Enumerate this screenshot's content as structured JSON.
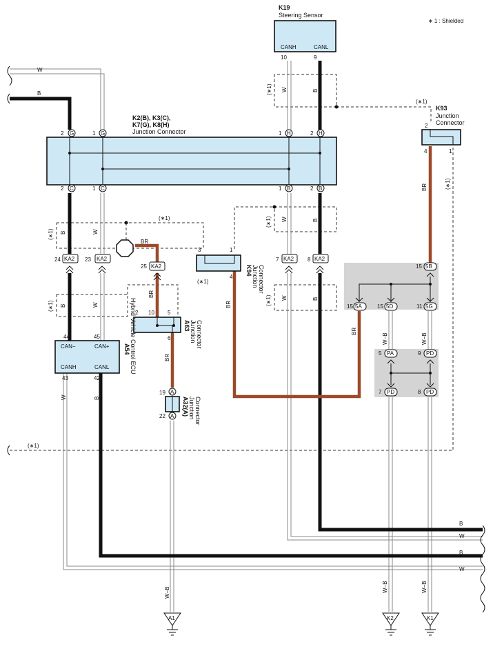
{
  "legend": {
    "shielded": "∗ 1 : Shielded"
  },
  "k19": {
    "code": "K19",
    "name": "Steering Sensor",
    "pin1": "CANH",
    "pin2": "CANL",
    "pin1_no": "10",
    "pin2_no": "9"
  },
  "jc": {
    "codes": "K2(B), K3(C),",
    "codes2": "K7(G), K8(H)",
    "name": "Junction Connector",
    "top": [
      "2",
      "G",
      "1",
      "G",
      "1",
      "H",
      "2",
      "H"
    ],
    "bottom": [
      "2",
      "C",
      "1",
      "C",
      "1",
      "B",
      "2",
      "B"
    ]
  },
  "k93": {
    "code": "K93",
    "name1": "Junction",
    "name2": "Connector",
    "pin_top": "2",
    "pin_l": "4",
    "pin_r": "1"
  },
  "k94": {
    "code": "K94",
    "name1": "Junction",
    "name2": "Connector",
    "p3": "3",
    "p1": "1",
    "p4": "4"
  },
  "a63": {
    "code": "A63",
    "name1": "Junction",
    "name2": "Connector",
    "p2": "2",
    "p10": "10",
    "p5": "5",
    "p6": "6"
  },
  "a32": {
    "code": "A32(A)",
    "name1": "Junction",
    "name2": "Connector",
    "p19": "19",
    "p22": "22",
    "pin": "A"
  },
  "a54": {
    "code": "A54",
    "name": "Hybrid Vehicle Control ECU",
    "canm": "CAN−",
    "canp": "CAN+",
    "canh": "CANH",
    "canl": "CANL",
    "p44": "44",
    "p45": "45",
    "p43": "43",
    "p42": "42"
  },
  "ka2": {
    "label": "KA2",
    "p24": "24",
    "p23": "23",
    "p25": "25",
    "p7": "7",
    "p8": "8"
  },
  "j5": {
    "p15a": "15",
    "l5b": "5B",
    "p15b": "15",
    "l5a": "5A",
    "p15c": "15",
    "l5d": "5D",
    "p11": "11",
    "l5g": "5G",
    "p5": "5",
    "lpa": "PA",
    "p9": "9",
    "lpd": "PD",
    "p7": "7",
    "p8": "8"
  },
  "wires": {
    "B": "B",
    "W": "W",
    "BR": "BR",
    "WB": "W−B",
    "shield": "(∗1)"
  },
  "grounds": {
    "a1": "A1",
    "k2": "K2",
    "k1": "K1"
  }
}
